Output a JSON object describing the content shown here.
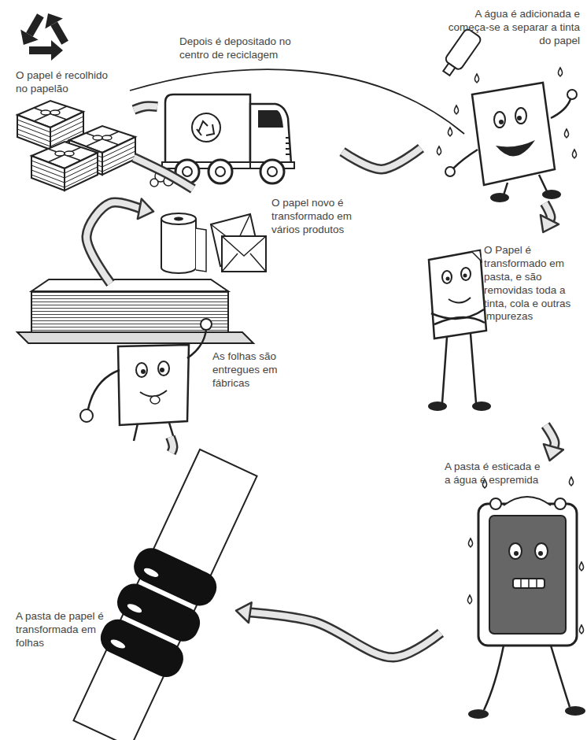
{
  "diagram": {
    "nodes": [
      {
        "text": [
          "O papel é recolhido no papelão"
        ]
      },
      {
        "text": [
          "Depois é depositado no centro de reciclagem"
        ]
      },
      {
        "text": [
          "A água é adicionada e começa-se a separar a tinta do papel"
        ]
      },
      {
        "text": [
          "O Papel é transformado em pasta, e são removidas toda a tinta, cola e outras impurezas"
        ]
      },
      {
        "text": [
          "A pasta é esticada e a água é espremida"
        ]
      },
      {
        "text": [
          "A pasta de papel é transformada em folhas"
        ]
      },
      {
        "text": [
          "As folhas são entregues em fábricas"
        ]
      },
      {
        "text": [
          "O papel novo é transformado em vários produtos"
        ]
      }
    ],
    "edges": [
      {
        "from": 0,
        "to": 1,
        "arrow": "none"
      },
      {
        "from": 1,
        "to": 2,
        "arrow": "none"
      },
      {
        "from": 2,
        "to": 3,
        "arrow": "to"
      },
      {
        "from": 3,
        "to": 4,
        "arrow": "to"
      },
      {
        "from": 4,
        "to": 5,
        "arrow": "to"
      },
      {
        "from": 5,
        "to": 6,
        "arrow": "none"
      },
      {
        "from": 6,
        "to": 7,
        "arrow": "to"
      },
      {
        "from": 7,
        "to": 0,
        "arrow": "none"
      }
    ]
  }
}
